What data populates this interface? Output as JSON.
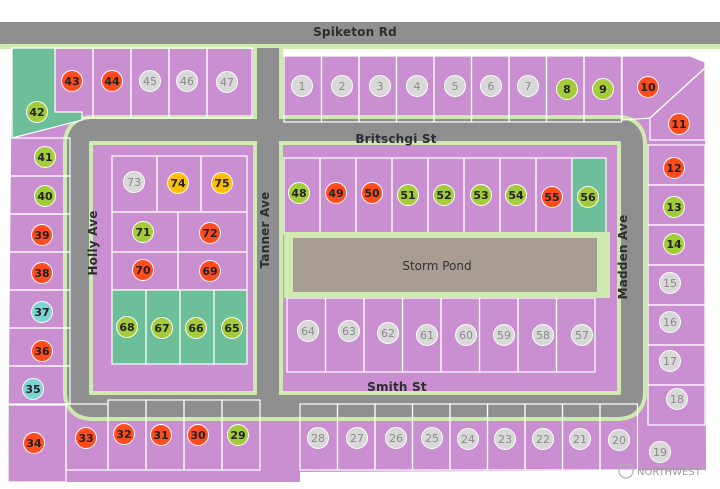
{
  "colors": {
    "lot": "#c98fd1",
    "lot_stroke": "#ffffff",
    "green_lot": "#6dbf9a",
    "road": "#8f8f8f",
    "grass": "#cfeab0",
    "pond": "#a89d93",
    "status": {
      "available": "#ff4c1f",
      "pending": "#a4cc3a",
      "hold": "#ffbf00",
      "sold": "#d8d8d8",
      "special": "#7fd3d6"
    }
  },
  "roads": {
    "spiketon": "Spiketon Rd",
    "britschgi": "Britschgi St",
    "smith": "Smith St",
    "holly": "Holly Ave",
    "tanner": "Tanner Ave",
    "madden": "Madden Ave"
  },
  "pond": {
    "label": "Storm Pond"
  },
  "watermark": "NORTHWEST",
  "lots": [
    {
      "n": "1",
      "s": "sold"
    },
    {
      "n": "2",
      "s": "sold"
    },
    {
      "n": "3",
      "s": "sold"
    },
    {
      "n": "4",
      "s": "sold"
    },
    {
      "n": "5",
      "s": "sold"
    },
    {
      "n": "6",
      "s": "sold"
    },
    {
      "n": "7",
      "s": "sold"
    },
    {
      "n": "8",
      "s": "pending"
    },
    {
      "n": "9",
      "s": "pending"
    },
    {
      "n": "10",
      "s": "available"
    },
    {
      "n": "11",
      "s": "available"
    },
    {
      "n": "12",
      "s": "available"
    },
    {
      "n": "13",
      "s": "pending"
    },
    {
      "n": "14",
      "s": "pending"
    },
    {
      "n": "15",
      "s": "sold"
    },
    {
      "n": "16",
      "s": "sold"
    },
    {
      "n": "17",
      "s": "sold"
    },
    {
      "n": "18",
      "s": "sold"
    },
    {
      "n": "19",
      "s": "sold"
    },
    {
      "n": "20",
      "s": "sold"
    },
    {
      "n": "21",
      "s": "sold"
    },
    {
      "n": "22",
      "s": "sold"
    },
    {
      "n": "23",
      "s": "sold"
    },
    {
      "n": "24",
      "s": "sold"
    },
    {
      "n": "25",
      "s": "sold"
    },
    {
      "n": "26",
      "s": "sold"
    },
    {
      "n": "27",
      "s": "sold"
    },
    {
      "n": "28",
      "s": "sold"
    },
    {
      "n": "29",
      "s": "pending"
    },
    {
      "n": "30",
      "s": "available"
    },
    {
      "n": "31",
      "s": "available"
    },
    {
      "n": "32",
      "s": "available"
    },
    {
      "n": "33",
      "s": "available"
    },
    {
      "n": "34",
      "s": "available"
    },
    {
      "n": "35",
      "s": "special"
    },
    {
      "n": "36",
      "s": "available"
    },
    {
      "n": "37",
      "s": "special"
    },
    {
      "n": "38",
      "s": "available"
    },
    {
      "n": "39",
      "s": "available"
    },
    {
      "n": "40",
      "s": "pending"
    },
    {
      "n": "41",
      "s": "pending"
    },
    {
      "n": "42",
      "s": "pending"
    },
    {
      "n": "43",
      "s": "available"
    },
    {
      "n": "44",
      "s": "available"
    },
    {
      "n": "45",
      "s": "sold"
    },
    {
      "n": "46",
      "s": "sold"
    },
    {
      "n": "47",
      "s": "sold"
    },
    {
      "n": "48",
      "s": "pending"
    },
    {
      "n": "49",
      "s": "available"
    },
    {
      "n": "50",
      "s": "available"
    },
    {
      "n": "51",
      "s": "pending"
    },
    {
      "n": "52",
      "s": "pending"
    },
    {
      "n": "53",
      "s": "pending"
    },
    {
      "n": "54",
      "s": "pending"
    },
    {
      "n": "55",
      "s": "available"
    },
    {
      "n": "56",
      "s": "pending"
    },
    {
      "n": "57",
      "s": "sold"
    },
    {
      "n": "58",
      "s": "sold"
    },
    {
      "n": "59",
      "s": "sold"
    },
    {
      "n": "60",
      "s": "sold"
    },
    {
      "n": "61",
      "s": "sold"
    },
    {
      "n": "62",
      "s": "sold"
    },
    {
      "n": "63",
      "s": "sold"
    },
    {
      "n": "64",
      "s": "sold"
    },
    {
      "n": "65",
      "s": "pending"
    },
    {
      "n": "66",
      "s": "pending"
    },
    {
      "n": "67",
      "s": "pending"
    },
    {
      "n": "68",
      "s": "pending"
    },
    {
      "n": "69",
      "s": "available"
    },
    {
      "n": "70",
      "s": "available"
    },
    {
      "n": "71",
      "s": "pending"
    },
    {
      "n": "72",
      "s": "available"
    },
    {
      "n": "73",
      "s": "sold"
    },
    {
      "n": "74",
      "s": "hold"
    },
    {
      "n": "75",
      "s": "hold"
    }
  ]
}
